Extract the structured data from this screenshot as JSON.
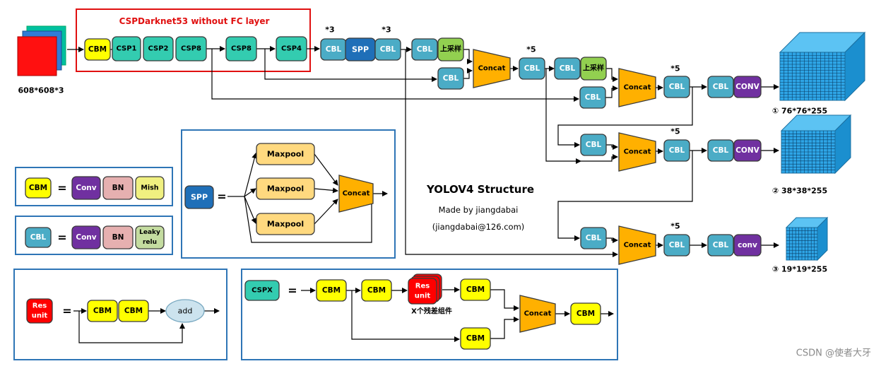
{
  "title": "YOLOV4 Structure",
  "author_line": "Made by jiangdabai",
  "email_line": "(jiangdabai@126.com)",
  "watermark": "CSDN @使者大牙",
  "backbone_title": "CSPDarknet53 without FC layer",
  "input_size": "608*608*3",
  "blocks": {
    "cbm": "CBM",
    "cbl": "CBL",
    "csp1": "CSP1",
    "csp2": "CSP2",
    "csp8": "CSP8",
    "csp4": "CSP4",
    "spp": "SPP",
    "upsample": "上采样",
    "concat": "Concat",
    "conv": "Conv",
    "conv_upper": "CONV",
    "bn": "BN",
    "mish": "Mish",
    "leaky1": "Leaky",
    "leaky2": "relu",
    "maxpool": "Maxpool",
    "res1": "Res",
    "res2": "unit",
    "add": "add",
    "cspx": "CSPX",
    "eq": "="
  },
  "repeat_3": "*3",
  "repeat_5": "*5",
  "res_caption": "X个残差组件",
  "outputs": [
    {
      "label": "① 76*76*255"
    },
    {
      "label": "② 38*38*255"
    },
    {
      "label": "③ 19*19*255"
    }
  ],
  "colors": {
    "cbm": "#ffff00",
    "cbl": "#4bacc6",
    "csp": "#33ccb0",
    "spp": "#1f6fb8",
    "up": "#92d050",
    "concat": "#ffb000",
    "conv": "#7030a0",
    "bn": "#e6b0b0",
    "mish": "#f0f080",
    "leaky": "#c4dca0",
    "maxpool": "#ffd97f",
    "res": "#ff0000",
    "add": "#cce3ee",
    "cube": "#2ea5e6",
    "frame": "#2e75b6",
    "backbone_frame": "#e01010",
    "line": "#000000"
  }
}
